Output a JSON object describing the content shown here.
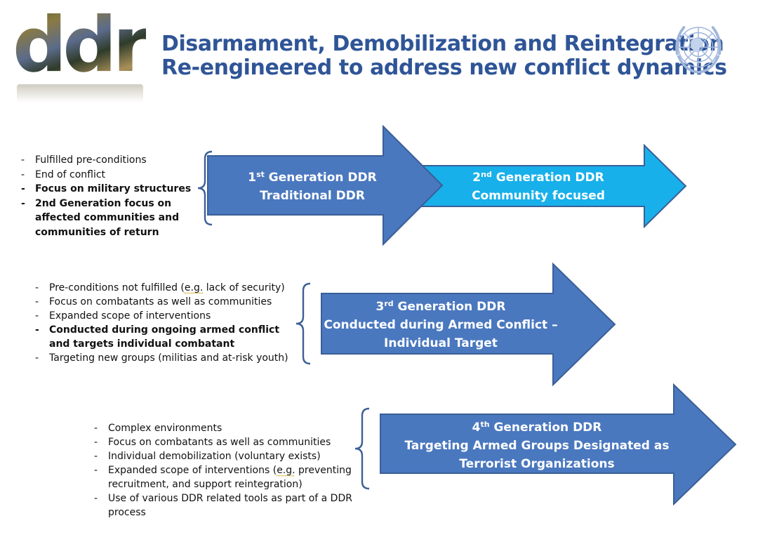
{
  "logo": {
    "text": "ddr"
  },
  "title": {
    "line1": "Disarmament, Demobilization and Reintegration",
    "line2": "Re-engineered to address new conflict dynamics"
  },
  "colors": {
    "title": "#2f5597",
    "arrow_dark": "#4a78bf",
    "arrow_light": "#18b0ea",
    "arrow_stroke": "#3a5f96",
    "bracket": "#3d5f96"
  },
  "icons": {
    "emblem": "un-emblem-icon",
    "bracket": "curly-bracket-icon"
  },
  "sections": [
    {
      "bullets": [
        {
          "text": "Fulfilled pre-conditions",
          "bold": false
        },
        {
          "text": "End of conflict",
          "bold": false
        },
        {
          "text": "Focus on military structures",
          "bold": true
        },
        {
          "text": "2nd Generation focus on affected communities and communities of return",
          "bold": true
        }
      ],
      "arrows": [
        {
          "ordinal": "1",
          "suffix": "st",
          "heading": " Generation DDR",
          "subtitle": "Traditional DDR"
        },
        {
          "ordinal": "2",
          "suffix": "nd",
          "heading": " Generation DDR",
          "subtitle": "Community focused"
        }
      ]
    },
    {
      "bullets": [
        {
          "pre": "Pre-conditions not fulfilled (",
          "eg": "e.g.",
          "post": " lack of security)",
          "bold": false
        },
        {
          "text": "Focus on combatants as well as communities",
          "bold": false
        },
        {
          "text": "Expanded scope of interventions",
          "bold": false
        },
        {
          "text": "Conducted during ongoing armed conflict and targets individual combatant",
          "bold": true
        },
        {
          "text": "Targeting new groups (militias and at-risk youth)",
          "bold": false
        }
      ],
      "arrows": [
        {
          "ordinal": "3",
          "suffix": "rd",
          "heading": " Generation DDR",
          "subtitle": "Conducted during Armed Conflict –",
          "subtitle2": "Individual Target"
        }
      ]
    },
    {
      "bullets": [
        {
          "text": "Complex environments",
          "bold": false
        },
        {
          "text": "Focus on combatants as well as communities",
          "bold": false
        },
        {
          "text": "Individual demobilization (voluntary exists)",
          "bold": false
        },
        {
          "pre": "Expanded scope of interventions (",
          "eg": "e.g.",
          "post": " preventing recruitment, and support reintegration)",
          "bold": false
        },
        {
          "text": "Use of various DDR related tools as part of a DDR process",
          "bold": false
        }
      ],
      "arrows": [
        {
          "ordinal": "4",
          "suffix": "th",
          "heading": " Generation DDR",
          "subtitle": "Targeting Armed Groups Designated as",
          "subtitle2": "Terrorist Organizations"
        }
      ]
    }
  ]
}
